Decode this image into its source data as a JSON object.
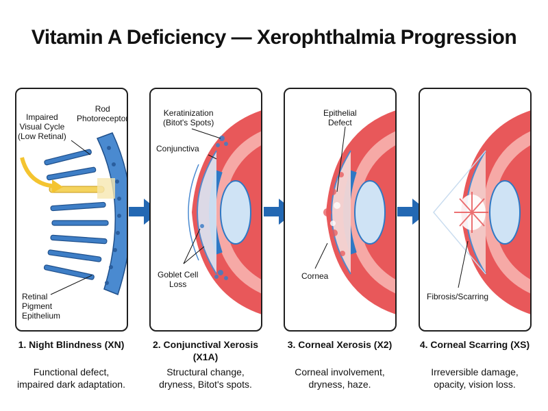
{
  "title": "Vitamin A Deficiency — Xerophthalmia Progression",
  "panels": [
    {
      "labels": {
        "impaired": "Impaired\nVisual Cycle\n(Low Retinal)",
        "rod": "Rod\nPhotoreceptor",
        "rpe": "Retinal\nPigment\nEpithelium"
      }
    },
    {
      "labels": {
        "keratinization": "Keratinization\n(Bitot's Spots)",
        "conjunctiva": "Conjunctiva",
        "goblet": "Goblet Cell\nLoss"
      }
    },
    {
      "labels": {
        "epithelial": "Epithelial\nDefect",
        "cornea": "Cornea"
      }
    },
    {
      "labels": {
        "fibrosis": "Fibrosis/Scarring"
      }
    }
  ],
  "stages": [
    {
      "name": "1. Night Blindness (XN)",
      "desc": "Functional defect,\nimpaired dark adaptation."
    },
    {
      "name": "2. Conjunctival Xerosis\n(X1A)",
      "desc": "Structural change,\ndryness, Bitot's spots."
    },
    {
      "name": "3. Corneal Xerosis (X2)",
      "desc": "Corneal involvement,\ndryness, haze."
    },
    {
      "name": "4. Corneal Scarring (XS)",
      "desc": "Irreversible damage,\nopacity, vision loss."
    }
  ],
  "colors": {
    "arrow": "#2368b3",
    "eye_red": "#e8585a",
    "eye_light": "#f6a9a6",
    "iris_blue": "#2f78c4",
    "lens": "#cfe3f5",
    "cone_blue": "#3e7ec6",
    "yellow_arrow": "#f4c430"
  }
}
